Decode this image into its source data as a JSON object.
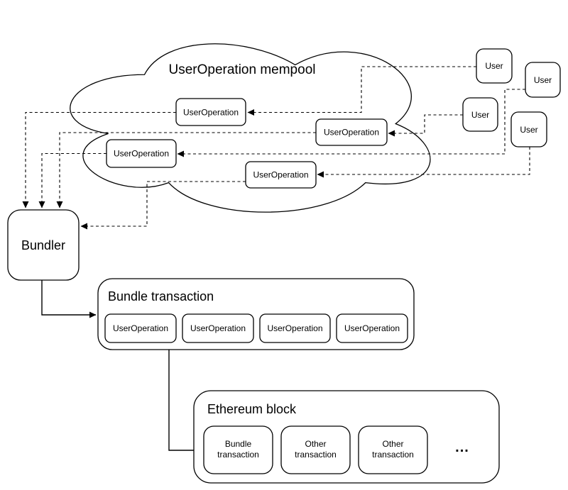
{
  "mempool": {
    "title": "UserOperation mempool",
    "nodes": [
      "UserOperation",
      "UserOperation",
      "UserOperation",
      "UserOperation"
    ]
  },
  "users": [
    {
      "label": "User"
    },
    {
      "label": "User"
    },
    {
      "label": "User"
    },
    {
      "label": "User"
    }
  ],
  "bundler": {
    "label": "Bundler"
  },
  "bundle_transaction": {
    "title": "Bundle transaction",
    "items": [
      "UserOperation",
      "UserOperation",
      "UserOperation",
      "UserOperation"
    ]
  },
  "ethereum_block": {
    "title": "Ethereum block",
    "transactions": [
      {
        "line1": "Bundle",
        "line2": "transaction"
      },
      {
        "line1": "Other",
        "line2": "transaction"
      },
      {
        "line1": "Other",
        "line2": "transaction"
      }
    ],
    "more_indicator": "..."
  },
  "colors": {
    "stroke": "#000000",
    "background": "#ffffff",
    "text": "#000000"
  }
}
